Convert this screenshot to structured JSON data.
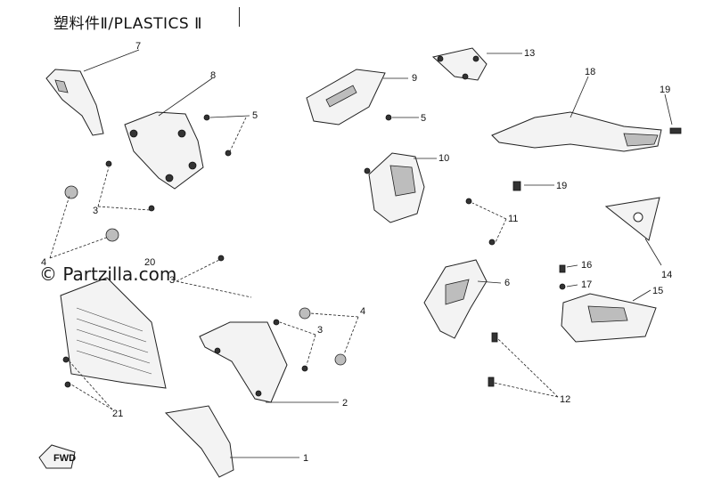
{
  "header": {
    "title": "塑料件Ⅱ/PLASTICS Ⅱ"
  },
  "watermark": "© Partzilla.com",
  "fwd_label": "FWD",
  "callouts": {
    "c1": "1",
    "c2": "2",
    "c3a": "3",
    "c3b": "3",
    "c3c": "3",
    "c4a": "4",
    "c4b": "4",
    "c5a": "5",
    "c5b": "5",
    "c6": "6",
    "c7": "7",
    "c8": "8",
    "c9": "9",
    "c10": "10",
    "c11": "11",
    "c12": "12",
    "c13": "13",
    "c14": "14",
    "c15": "15",
    "c16": "16",
    "c17": "17",
    "c18": "18",
    "c19a": "19",
    "c19b": "19",
    "c20": "20",
    "c21": "21"
  }
}
